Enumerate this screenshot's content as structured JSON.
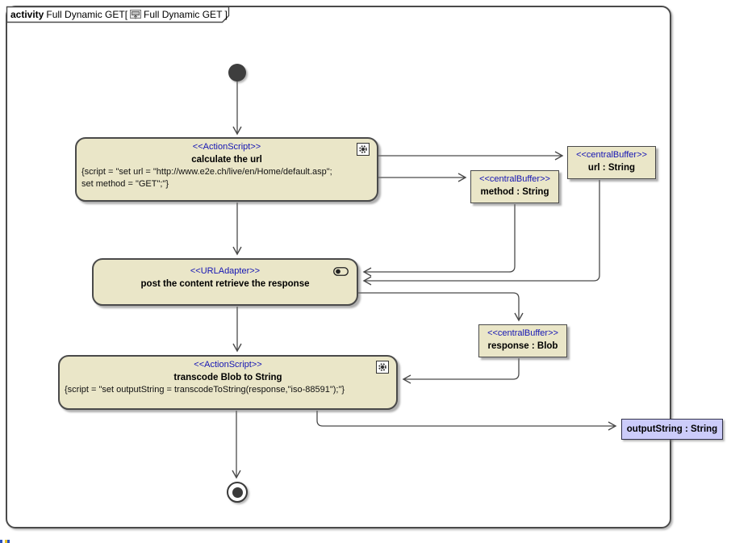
{
  "frame": {
    "keyword": "activity",
    "name": "Full Dynamic GET[",
    "diagram_ref": "Full Dynamic GET ]"
  },
  "colors": {
    "node_fill": "#eae6c8",
    "node_border": "#4a4a4a",
    "stereotype_text": "#1414b4",
    "edge": "#4a4a4a",
    "output_param_fill": "#ccccfa",
    "initial_final_fill": "#3e3e3e"
  },
  "nodes": {
    "calculate_url": {
      "stereotype": "<<ActionScript>>",
      "name": "calculate the url",
      "script_line1": "{script = \"set url = \"http://www.e2e.ch/live/en/Home/default.asp\";",
      "script_line2": "set method = \"GET\";\"}",
      "icon": "gear-icon"
    },
    "url_buffer": {
      "stereotype": "<<centralBuffer>>",
      "name": "url : String"
    },
    "method_buffer": {
      "stereotype": "<<centralBuffer>>",
      "name": "method : String"
    },
    "url_adapter": {
      "stereotype": "<<URLAdapter>>",
      "name": "post the content retrieve the response",
      "icon": "adapter-toggle-icon"
    },
    "response_buffer": {
      "stereotype": "<<centralBuffer>>",
      "name": "response : Blob"
    },
    "transcode": {
      "stereotype": "<<ActionScript>>",
      "name": "transcode Blob to String",
      "script_line1": "{script = \"set outputString = transcodeToString(response,\"iso-88591\");\"}",
      "icon": "gear-icon"
    },
    "output_param": {
      "name": "outputString : String"
    }
  }
}
